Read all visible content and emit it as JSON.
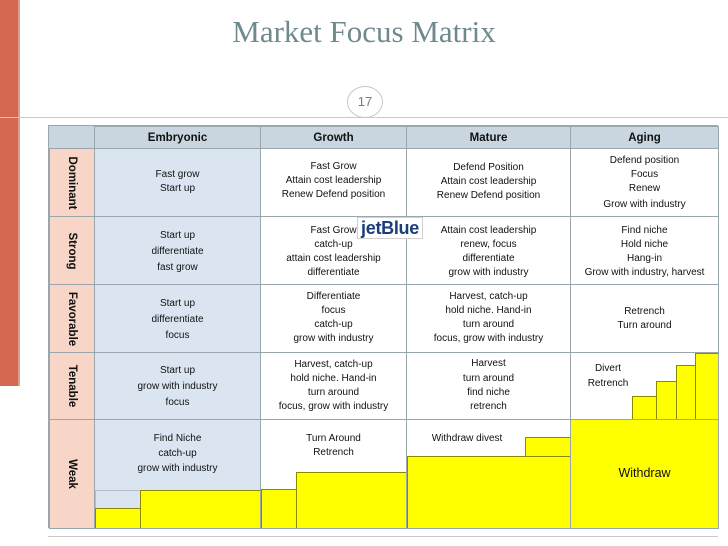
{
  "slide": {
    "title": "Market Focus Matrix",
    "page_number": "17"
  },
  "matrix": {
    "columns": [
      "Embryonic",
      "Growth",
      "Mature",
      "Aging"
    ],
    "rows": [
      "Dominant",
      "Strong",
      "Favorable",
      "Tenable",
      "Weak"
    ],
    "cells": [
      [
        [
          "Fast grow",
          "Start up"
        ],
        [
          "Fast Grow",
          "Attain cost leadership",
          "Renew Defend position"
        ],
        [
          "Defend Position",
          "Attain cost leadership",
          "Renew Defend position"
        ],
        [
          "Defend position",
          "Focus",
          "Renew",
          "Grow with industry"
        ]
      ],
      [
        [
          "Start up",
          "differentiate",
          "fast grow"
        ],
        [
          "Fast Grow",
          "catch-up",
          "attain cost leadership",
          "differentiate"
        ],
        [
          "Attain cost leadership",
          "renew, focus",
          "differentiate",
          "grow with industry"
        ],
        [
          "Find niche",
          "Hold niche",
          "Hang-in",
          "Grow with industry, harvest"
        ]
      ],
      [
        [
          "Start up",
          "differentiate",
          "focus"
        ],
        [
          "Differentiate",
          "focus",
          "catch-up",
          "grow with industry"
        ],
        [
          "Harvest, catch-up",
          "hold niche. Hand-in",
          "turn around",
          "focus, grow with industry"
        ],
        [
          "Retrench",
          "Turn around"
        ]
      ],
      [
        [
          "Start up",
          "grow with industry",
          "focus"
        ],
        [
          "Harvest, catch-up",
          "hold niche. Hand-in",
          "turn around",
          "focus, grow with industry"
        ],
        [
          "Harvest",
          "turn around",
          "find niche",
          "retrench"
        ],
        [
          "Divert",
          "Retrench"
        ]
      ],
      [
        [
          "Find Niche",
          "catch-up",
          "grow with industry"
        ],
        [
          "Turn Around",
          "Retrench"
        ],
        [
          "Withdraw divest"
        ],
        [
          "Withdraw"
        ]
      ]
    ]
  },
  "logo": {
    "text": "jetBlue"
  },
  "colors": {
    "accent_bar": "#d3674f",
    "header_fill": "#c9d6df",
    "row_header_fill": "#f7d6c8",
    "embryonic_fill": "#dbe5f1",
    "withdraw_fill": "#ffff00",
    "title_color": "#6f8a8d"
  }
}
